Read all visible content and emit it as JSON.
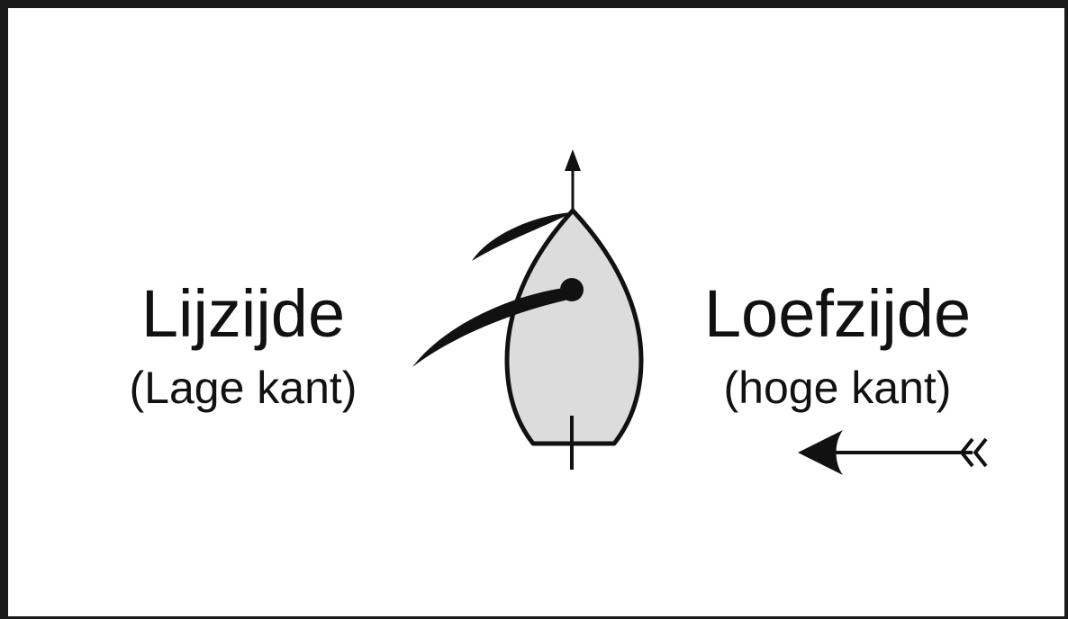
{
  "diagram": {
    "lee_side": {
      "title": "Lijzijde",
      "subtitle": "(Lage kant)"
    },
    "windward_side": {
      "title": "Loefzijde",
      "subtitle": "(hoge kant)"
    },
    "colors": {
      "ink": "#111111",
      "hull_fill": "#dcdcdc",
      "background": "#ffffff",
      "frame": "#1a1a1a"
    },
    "icons": {
      "boat": "sailboat-top-view",
      "heading": "heading-arrow",
      "wind": "wind-direction-arrow"
    }
  }
}
